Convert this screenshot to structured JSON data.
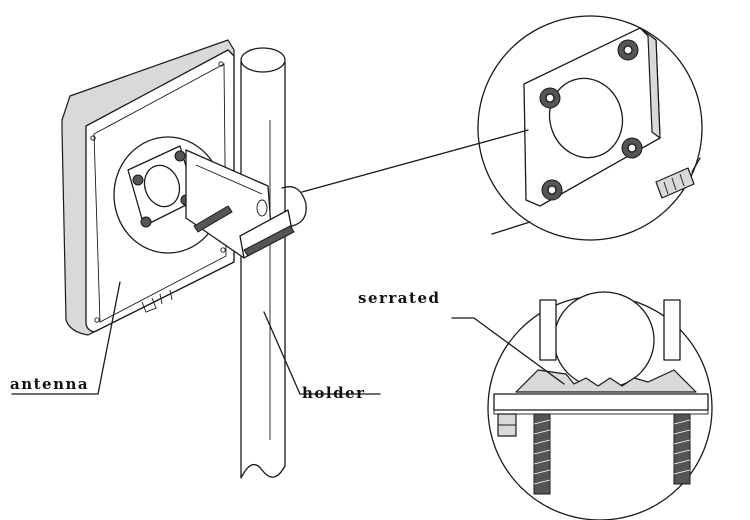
{
  "labels": {
    "antenna": "antenna",
    "holder": "holder",
    "serrated": "serrated"
  },
  "colors": {
    "line": "#1a1a1a",
    "background": "#ffffff",
    "shade": "#d9d9d9"
  }
}
